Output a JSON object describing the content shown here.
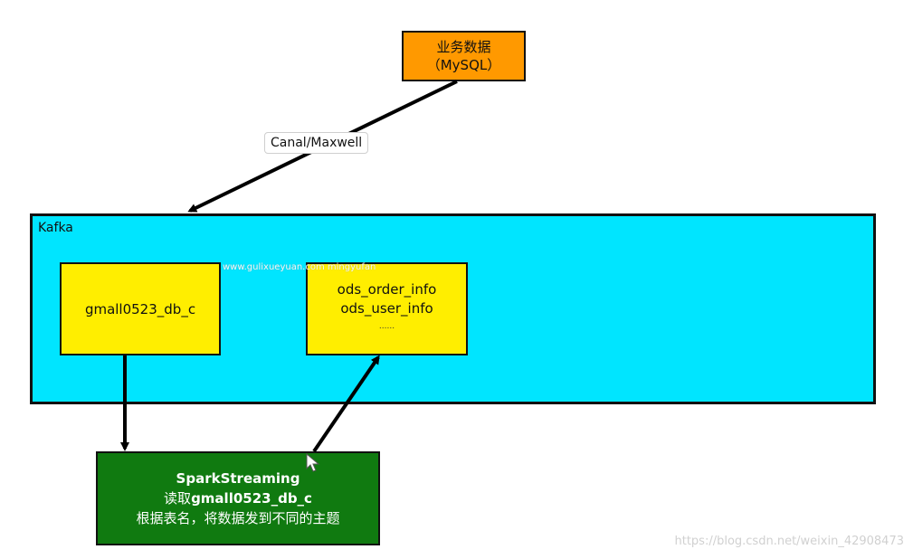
{
  "nodes": {
    "mysql": {
      "line1": "业务数据",
      "line2": "（MySQL）"
    },
    "kafka": {
      "label": "Kafka"
    },
    "gmall_topic": {
      "label": "gmall0523_db_c"
    },
    "ods_topics": {
      "line1": "ods_order_info",
      "line2": "ods_user_info",
      "line3": "......"
    },
    "spark": {
      "line1": "SparkStreaming",
      "line2_prefix": "读取",
      "line2_bold": "gmall0523_db_c",
      "line3": "根据表名，将数据发到不同的主题"
    }
  },
  "edge_labels": {
    "canal": "Canal/Maxwell"
  },
  "watermarks": {
    "center": "www.gulixueyuan.com mingyufan",
    "corner": "https://blog.csdn.net/weixin_42908473"
  },
  "colors": {
    "mysql": "#ff9900",
    "kafka": "#00e5ff",
    "topic": "#ffee00",
    "spark": "#107a10"
  }
}
